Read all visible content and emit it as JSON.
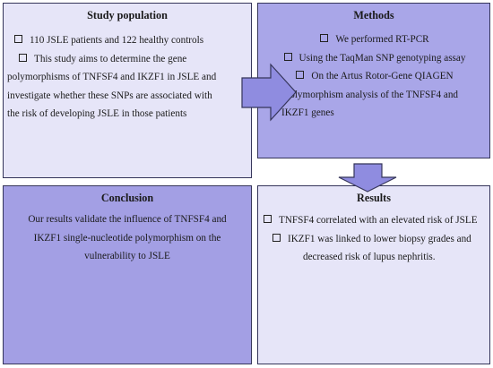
{
  "study": {
    "title": "Study population",
    "items": [
      "110 JSLE patients and 122 healthy controls",
      "This study aims to determine the gene"
    ],
    "continuation": [
      "polymorphisms of TNFSF4 and IKZF1 in JSLE and",
      "investigate whether these SNPs are associated with",
      "the risk of developing JSLE in those patients"
    ]
  },
  "methods": {
    "title": "Methods",
    "items": [
      "We performed RT-PCR",
      "Using the TaqMan SNP genotyping assay",
      "On the Artus Rotor-Gene QIAGEN",
      "Polymorphism analysis of the TNFSF4 and"
    ],
    "continuation": "IKZF1 genes"
  },
  "conclusion": {
    "title": "Conclusion",
    "lines": [
      "Our results validate the influence of  TNFSF4 and",
      "IKZF1 single-nucleotide polymorphism on the",
      "vulnerability to JSLE"
    ]
  },
  "results": {
    "title": "Results",
    "items": [
      "TNFSF4 correlated with an elevated risk of JSLE",
      "IKZF1 was linked to lower biopsy grades and"
    ],
    "continuation": "decreased risk of lupus nephritis."
  },
  "colors": {
    "panel_light": "#e6e5f8",
    "panel_dark": "#a9a6e8",
    "arrow_fill": "#8f8ce0",
    "border": "#35355a"
  }
}
